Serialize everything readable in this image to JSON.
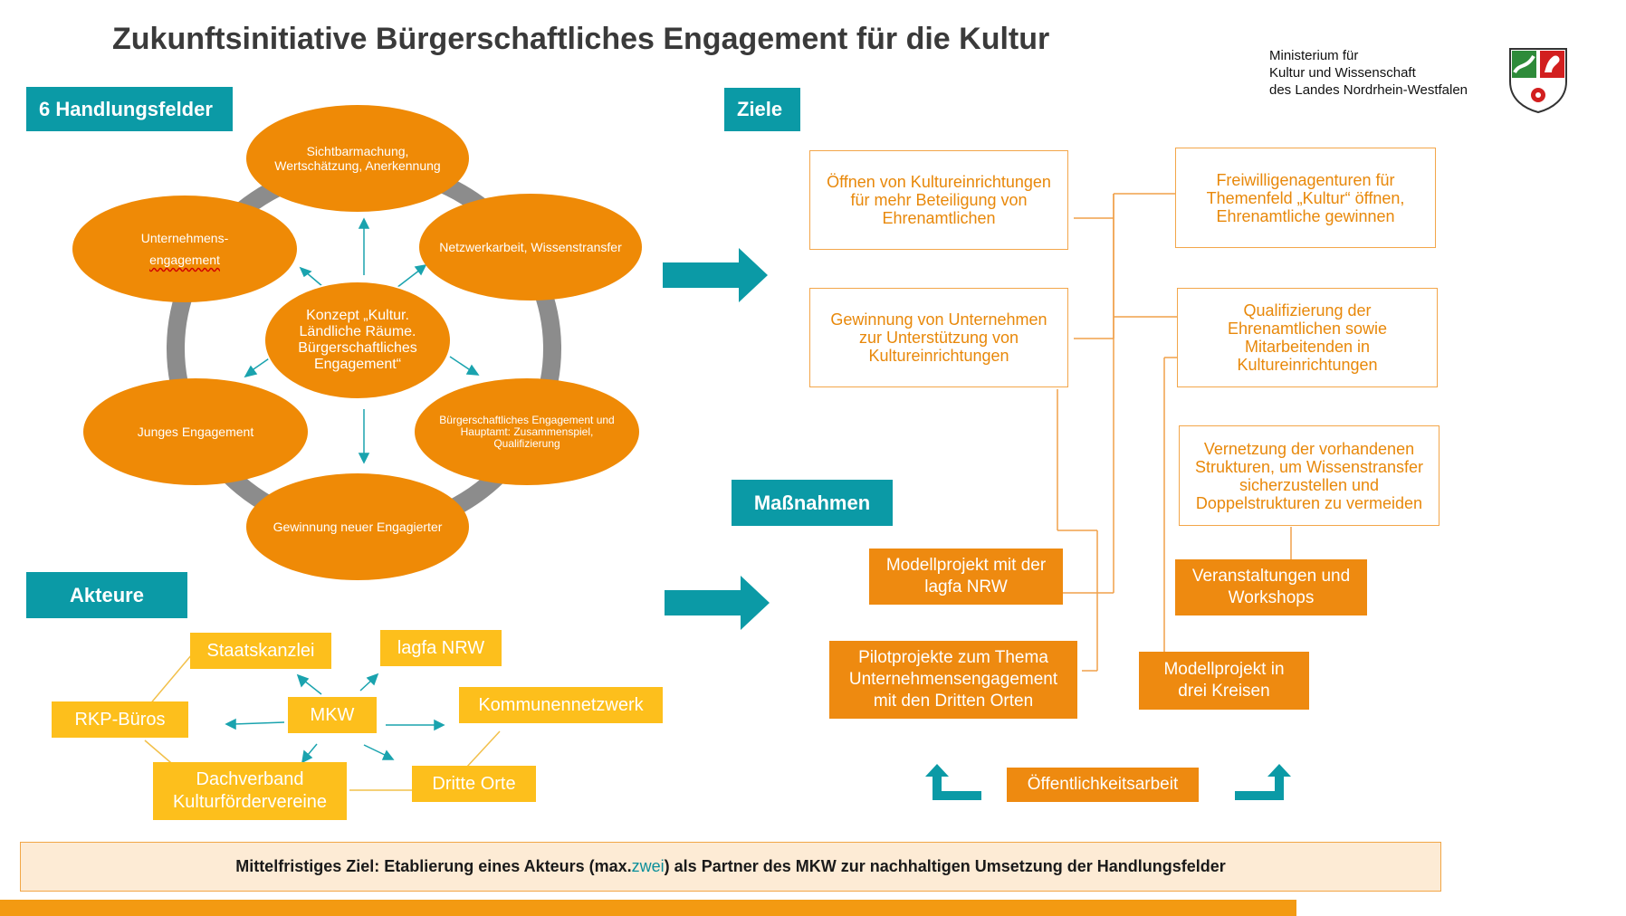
{
  "title": "Zukunftsinitiative Bürgerschaftliches Engagement für die Kultur",
  "ministry": "Ministerium für\nKultur und Wissenschaft\ndes Landes Nordrhein-Westfalen",
  "sections": {
    "handlungsfelder": "6 Handlungsfelder",
    "ziele": "Ziele",
    "akteure": "Akteure",
    "massnahmen": "Maßnahmen"
  },
  "handlungsfelder": {
    "center": "Konzept „Kultur. Ländliche Räume. Bürgerschaftliches Engagement“",
    "top": "Sichtbarmachung, Wertschätzung, Anerkennung",
    "top_right": "Netzwerkarbeit, Wissenstransfer",
    "bottom_right": "Bürgerschaftliches Engagement und Hauptamt: Zusammenspiel, Qualifizierung",
    "bottom": "Gewinnung neuer Engagierter",
    "bottom_left": "Junges Engagement",
    "top_left_line1": "Unternehmens-",
    "top_left_line2": "engagement"
  },
  "ziele": {
    "oeffnen": "Öffnen von Kultureinrichtungen für mehr Beteiligung von Ehrenamtlichen",
    "freiwilligenagenturen": "Freiwilligenagenturen für Themenfeld „Kultur“ öffnen, Ehrenamtliche gewinnen",
    "gewinnung": "Gewinnung von Unternehmen zur Unterstützung von Kultureinrichtungen",
    "qualifizierung": "Qualifizierung der Ehrenamtlichen sowie Mitarbeitenden in Kultureinrichtungen",
    "vernetzung": "Vernetzung der vorhandenen Strukturen, um Wissenstransfer sicherzustellen und Doppelstrukturen zu vermeiden"
  },
  "massnahmen": {
    "modellprojekt_lagfa": "Modellprojekt mit der lagfa NRW",
    "veranstaltungen": "Veranstaltungen und Workshops",
    "pilotprojekte": "Pilotprojekte zum Thema Unternehmensengagement mit den Dritten Orten",
    "modellprojekt_kreise": "Modellprojekt in drei Kreisen",
    "oeffentlichkeitsarbeit": "Öffentlichkeitsarbeit"
  },
  "akteure": {
    "staatskanzlei": "Staatskanzlei",
    "lagfa": "lagfa NRW",
    "rkp": "RKP-Büros",
    "mkw": "MKW",
    "kommunennetzwerk": "Kommunennetzwerk",
    "dachverband": "Dachverband Kulturfördervereine",
    "dritte_orte": "Dritte Orte"
  },
  "bottom": {
    "prefix": "Mittelfristiges Ziel: Etablierung eines Akteurs (max. ",
    "highlight": "zwei",
    "suffix": ") als Partner des MKW zur nachhaltigen Umsetzung der Handlungsfelder"
  },
  "colors": {
    "teal": "#0b9aa6",
    "orange": "#ef8a06",
    "yellow": "#fdbf1c",
    "grey_ring": "#8c8c8c",
    "goal_border": "#f3a64a"
  }
}
